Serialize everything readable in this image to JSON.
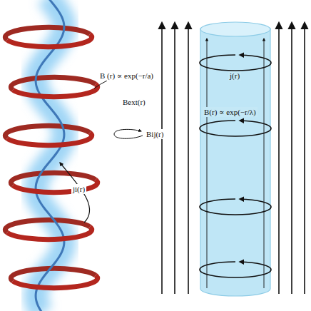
{
  "diagram": {
    "nodes": [
      {
        "text": [
          "j(r)",
          "B(r) ∝ exp(−r/λ)"
        ]
      }
    ],
    "labels": [
      "B (r) ∝ exp(−r/a)",
      "Bij(r)",
      "ji(r)",
      "Bext(r)"
    ]
  }
}
